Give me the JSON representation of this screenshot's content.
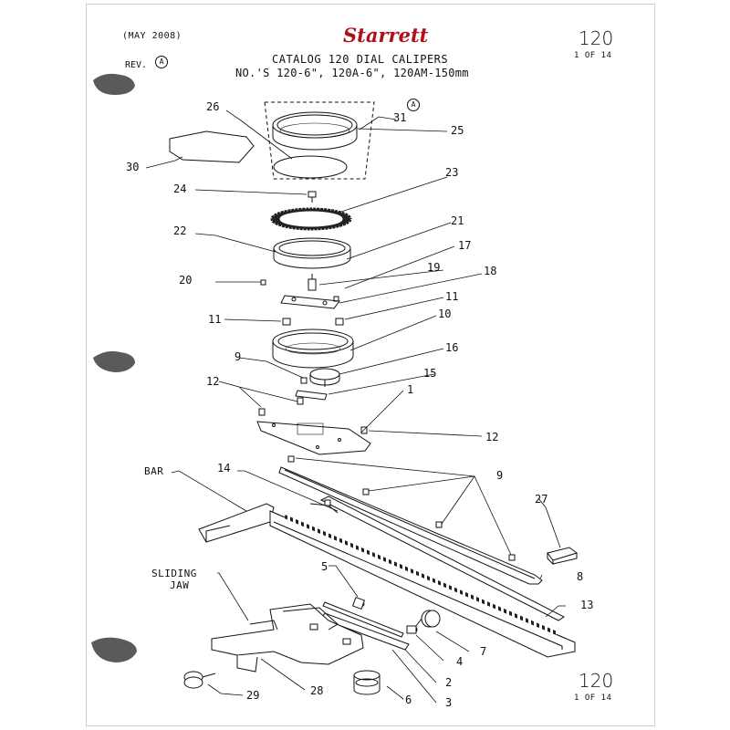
{
  "header": {
    "date": "(MAY 2008)",
    "rev_label": "REV.",
    "rev_letter": "A",
    "brand": "Starrett",
    "title_line1": "CATALOG 120 DIAL CALIPERS",
    "title_line2": "NO.'S 120-6\", 120A-6\", 120AM-150mm",
    "catalog_number": "120",
    "page_of": "1 OF 14"
  },
  "footer": {
    "catalog_number": "120",
    "page_of": "1 OF 14"
  },
  "callouts": {
    "c1": "1",
    "c2": "2",
    "c3": "3",
    "c4": "4",
    "c5": "5",
    "c6": "6",
    "c7": "7",
    "c8": "8",
    "c9a": "9",
    "c9b": "9",
    "c10": "10",
    "c11a": "11",
    "c11b": "11",
    "c12a": "12",
    "c12b": "12",
    "c13": "13",
    "c14": "14",
    "c15": "15",
    "c16": "16",
    "c17": "17",
    "c18": "18",
    "c19": "19",
    "c20": "20",
    "c21": "21",
    "c22": "22",
    "c23": "23",
    "c24": "24",
    "c25": "25",
    "c26": "26",
    "c27": "27",
    "c28": "28",
    "c29": "29",
    "c30": "30",
    "c31": "31",
    "c31_rev": "A"
  },
  "labels": {
    "bar": "BAR",
    "sliding_jaw_1": "SLIDING",
    "sliding_jaw_2": "JAW"
  },
  "colors": {
    "brand": "#b10f18",
    "ink": "#111111",
    "binder_hole": "#5a5a5a"
  }
}
